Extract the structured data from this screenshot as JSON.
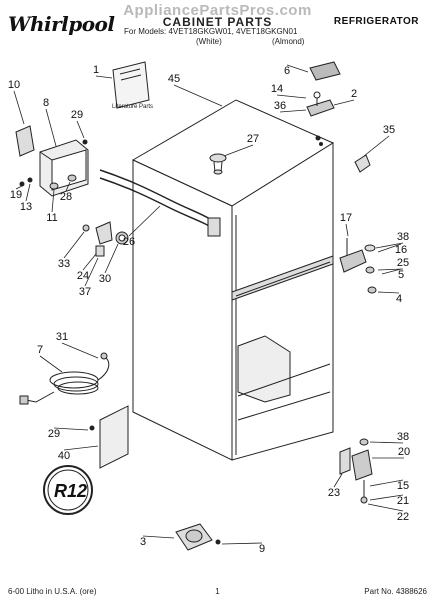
{
  "header": {
    "watermark": "AppliancePartsPros.com",
    "brand": "Whirlpool",
    "title": "CABINET PARTS",
    "category": "REFRIGERATOR",
    "models_label": "For Models: 4VET18GKGW01, 4VET18GKGN01",
    "variant_white": "(White)",
    "variant_almond": "(Almond)"
  },
  "literature_label": "Literature Parts",
  "logo_text": "R12",
  "callouts": [
    "1",
    "2",
    "3",
    "4",
    "5",
    "6",
    "7",
    "8",
    "9",
    "10",
    "11",
    "13",
    "14",
    "15",
    "16",
    "17",
    "19",
    "20",
    "21",
    "22",
    "23",
    "24",
    "25",
    "26",
    "27",
    "28",
    "29",
    "29",
    "30",
    "31",
    "33",
    "35",
    "36",
    "37",
    "38",
    "38",
    "40",
    "45"
  ],
  "footer": {
    "left": "6-00 Litho in U.S.A. (ore)",
    "center": "1",
    "right": "Part No. 4388626"
  }
}
